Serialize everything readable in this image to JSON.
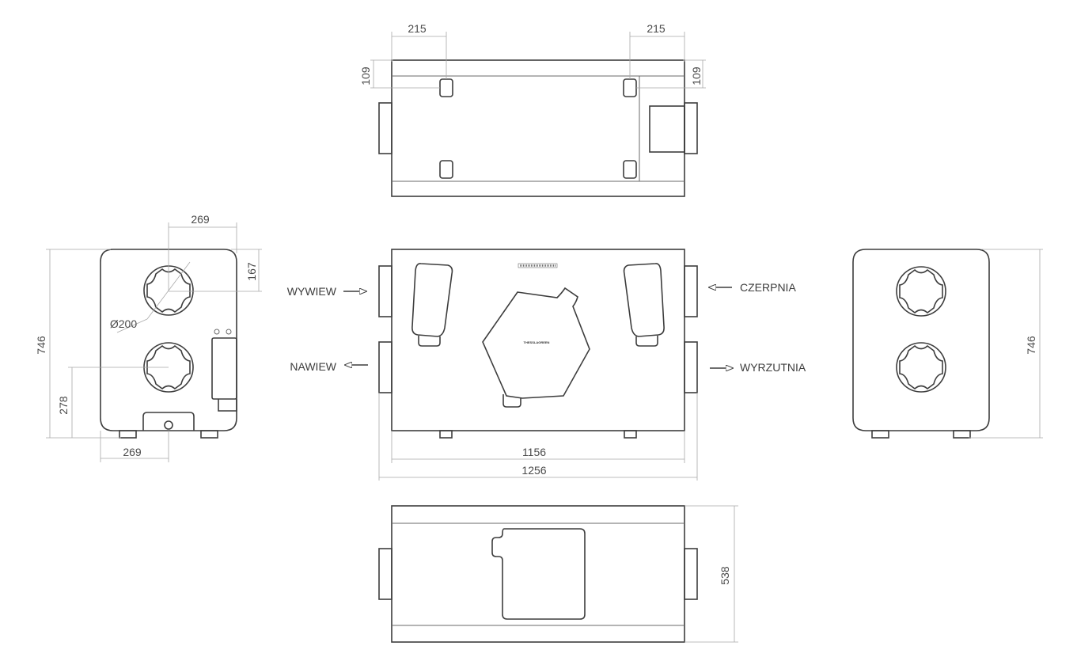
{
  "dimensions": {
    "top_left_width": "215",
    "top_right_width": "215",
    "top_left_height": "109",
    "top_right_height": "109",
    "side_top_offset": "269",
    "side_port_offset": "167",
    "side_port_diameter": "Ø200",
    "side_height_left": "746",
    "side_lower_port_height": "278",
    "side_bottom_offset": "269",
    "front_inner_width": "1156",
    "front_total_width": "1256",
    "right_height": "746",
    "bottom_depth": "538"
  },
  "airflow_labels": {
    "wywiew": "WYWIEW",
    "nawiew": "NAWIEW",
    "czerpnia": "CZERPNIA",
    "wyrzutnia": "WYRZUTNIA"
  },
  "logo_text": "THESSLAGREEN",
  "colors": {
    "outline": "#3d3d3d",
    "dimension_line": "#a9a9a9",
    "text": "#4a4a4a"
  }
}
